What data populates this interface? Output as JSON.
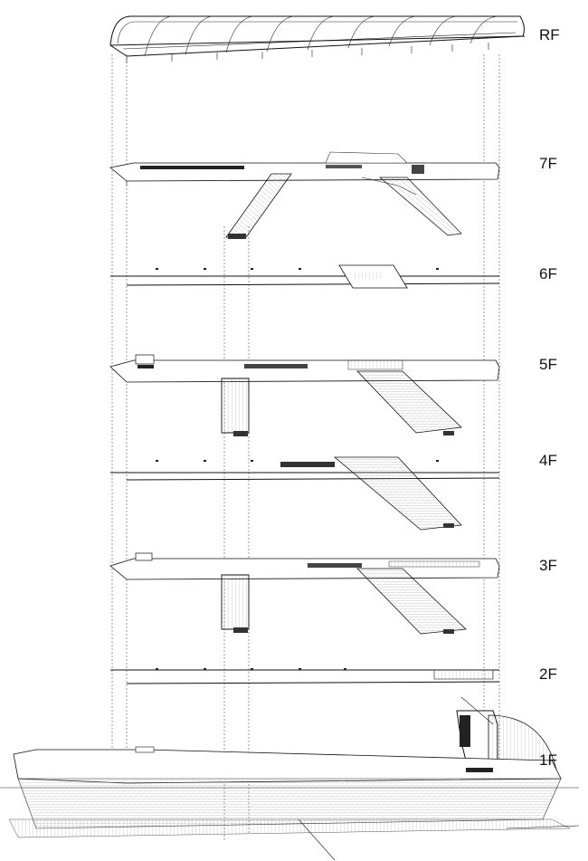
{
  "floors": [
    {
      "key": "rf",
      "label": "RF"
    },
    {
      "key": "7f",
      "label": "7F"
    },
    {
      "key": "6f",
      "label": "6F"
    },
    {
      "key": "5f",
      "label": "5F"
    },
    {
      "key": "4f",
      "label": "4F"
    },
    {
      "key": "3f",
      "label": "3F"
    },
    {
      "key": "2f",
      "label": "2F"
    },
    {
      "key": "1f",
      "label": "1F"
    }
  ]
}
